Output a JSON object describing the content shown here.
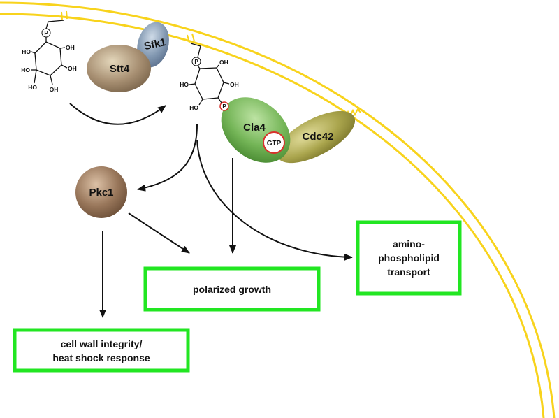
{
  "colors": {
    "membrane": "#f8d31c",
    "box_border": "#22e622",
    "highlight_ring": "#d8322c"
  },
  "molecules": {
    "pi": {
      "phosphate": "P",
      "hydroxyls": [
        "HO",
        "OH",
        "HO",
        "OH",
        "HO",
        "OH"
      ]
    },
    "pi4p": {
      "phosphate": "P",
      "phosphate_4": "P",
      "hydroxyls": [
        "OH",
        "HO",
        "OH",
        "HO"
      ]
    }
  },
  "proteins": {
    "stt4": "Stt4",
    "sfk1": "Sfk1",
    "cla4": "Cla4",
    "cdc42": "Cdc42",
    "gtp": "GTP",
    "pkc1": "Pkc1"
  },
  "outputs": {
    "lipid_transport": [
      "amino-",
      "phospholipid",
      "transport"
    ],
    "polarized_growth": "polarized growth",
    "cell_wall": [
      "cell wall integrity/",
      "heat shock response"
    ]
  }
}
